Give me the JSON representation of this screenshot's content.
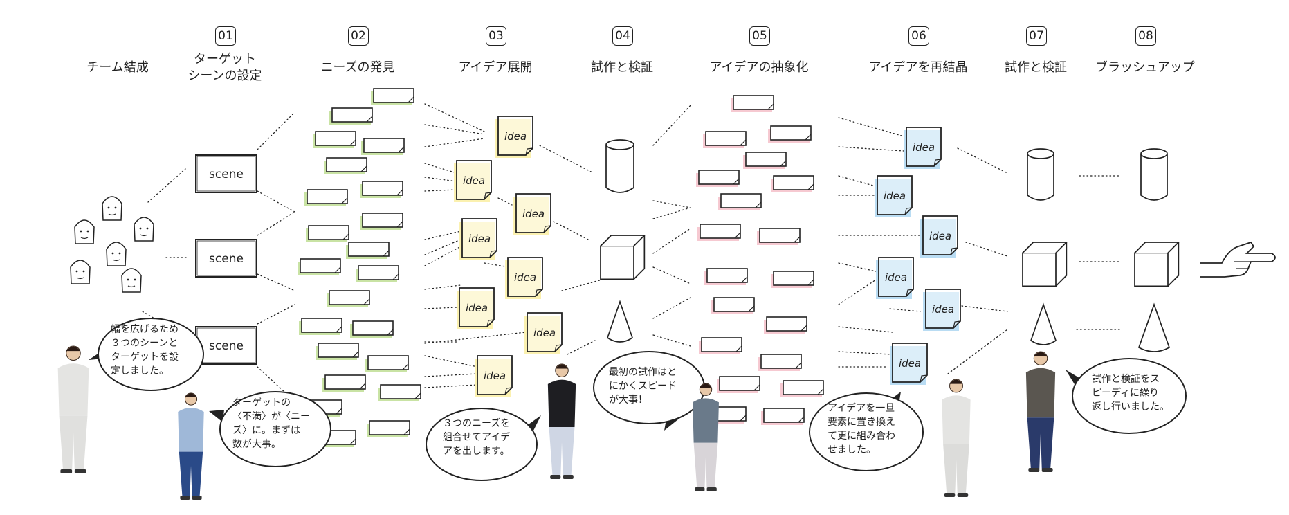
{
  "steps": [
    {
      "num": "",
      "title": "チーム結成"
    },
    {
      "num": "01",
      "title": "ターゲット\nシーンの設定"
    },
    {
      "num": "02",
      "title": "ニーズの発見"
    },
    {
      "num": "03",
      "title": "アイデア展開"
    },
    {
      "num": "04",
      "title": "試作と検証"
    },
    {
      "num": "05",
      "title": "アイデアの抽象化"
    },
    {
      "num": "06",
      "title": "アイデアを再結晶"
    },
    {
      "num": "07",
      "title": "試作と検証"
    },
    {
      "num": "08",
      "title": "ブラッシュアップ"
    }
  ],
  "scene_label": "scene",
  "idea_label": "idea",
  "bubbles": {
    "b1": "幅を広げるため\n３つのシーンと\nターゲットを設\n定しました。",
    "b2": "ターゲットの\n〈不満〉が〈ニー\nズ〉に。まずは\n数が大事。",
    "b3": "３つのニーズを\n組合せてアイデ\nアを出します。",
    "b4": "最初の試作はと\nにかくスピード\nが大事！",
    "b5": "アイデアを一旦\n要素に置き換え\nて更に組み合わ\nせました。",
    "b6": "試作と検証をス\nピーディに繰り\n返し行いました。"
  },
  "colors": {
    "green": "#c9e3a4",
    "yellow": "#fbf1b0",
    "pink": "#f6c9d1",
    "blue": "#b9dcf3",
    "ink": "#222222"
  },
  "icons": [
    "face-icon",
    "scene-card",
    "need-card",
    "idea-note",
    "cylinder-icon",
    "cube-icon",
    "cone-icon",
    "pointing-hand-icon",
    "person-figure"
  ]
}
